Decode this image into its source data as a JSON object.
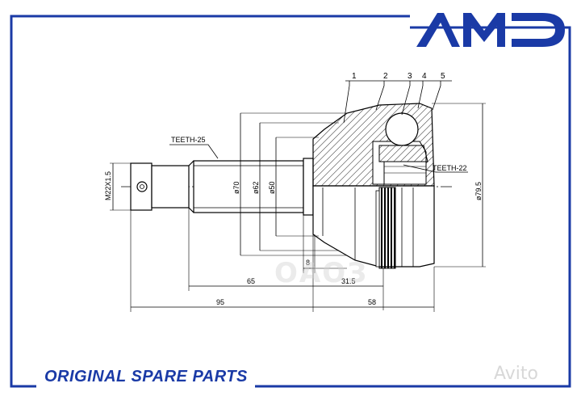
{
  "brand": {
    "logo": "AMD",
    "footer": "ORIGINAL SPARE PARTS",
    "watermark": "Avito",
    "center_watermark": "ОАОЗ",
    "frame_color": "#1a3aa6",
    "line_color": "#000000"
  },
  "drawing": {
    "part_labels": [
      "1",
      "2",
      "3",
      "4",
      "5"
    ],
    "teeth_outer": "TEETH-25",
    "teeth_inner": "TEETH-22",
    "thread": "M22X1.5",
    "dim_d70": "ø70",
    "dim_d62": "ø62",
    "dim_d50": "ø50",
    "dim_d795": "ø79.5",
    "dim_8": "8",
    "dim_65": "65",
    "dim_315": "31.5",
    "dim_95": "95",
    "dim_58": "58"
  }
}
